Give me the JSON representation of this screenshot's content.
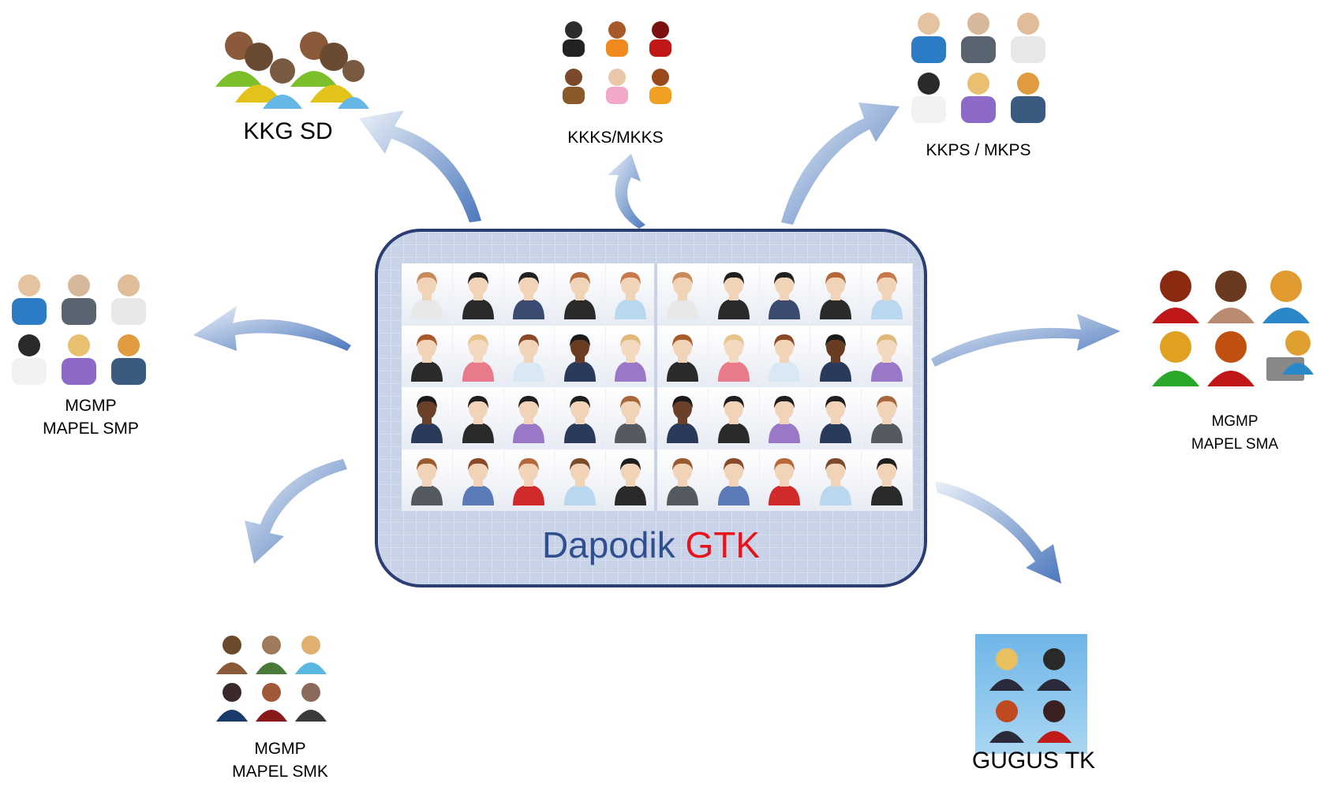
{
  "hub": {
    "title_part1": "Dapodik",
    "title_part2": "GTK"
  },
  "groups": [
    {
      "id": "kkg-sd",
      "label": "KKG SD"
    },
    {
      "id": "kkks-mkks",
      "label": "KKKS/MKKS"
    },
    {
      "id": "kkps-mkps",
      "label": "KKPS / MKPS"
    },
    {
      "id": "mgmp-smp",
      "label_line1": "MGMP",
      "label_line2": "MAPEL SMP"
    },
    {
      "id": "mgmp-sma",
      "label_line1": "MGMP",
      "label_line2": "MAPEL SMA"
    },
    {
      "id": "mgmp-smk",
      "label_line1": "MGMP",
      "label_line2": "MAPEL SMK"
    },
    {
      "id": "gugus-tk",
      "label": "GUGUS TK"
    }
  ],
  "colors": {
    "arrow": "#5b85c4",
    "hub_border": "#2b3e73",
    "hub_fill": "#c9d3e8",
    "accent_red": "#e8131a",
    "title_blue": "#2f4f8f"
  }
}
